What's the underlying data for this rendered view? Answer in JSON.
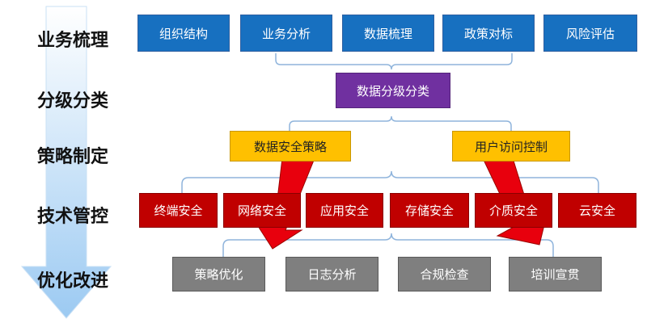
{
  "stages": [
    "业务梳理",
    "分级分类",
    "策略制定",
    "技术管控",
    "优化改进"
  ],
  "business_items": [
    "组织结构",
    "业务分析",
    "数据梳理",
    "政策对标",
    "风险评估"
  ],
  "classification": "数据分级分类",
  "strategies": [
    "数据安全策略",
    "用户访问控制"
  ],
  "tech_controls": [
    "终端安全",
    "网络安全",
    "应用安全",
    "存储安全",
    "介质安全",
    "云安全"
  ],
  "improvements": [
    "策略优化",
    "日志分析",
    "合规检查",
    "培训宣贯"
  ],
  "colors": {
    "business": "#1770c0",
    "classification": "#7030a0",
    "strategy": "#ffc000",
    "tech": "#c00000",
    "improve": "#7f7f7f",
    "bracket": "#8fb4dc",
    "arrow": "#e8000d",
    "stage_arrow": "#bfdcf7"
  }
}
